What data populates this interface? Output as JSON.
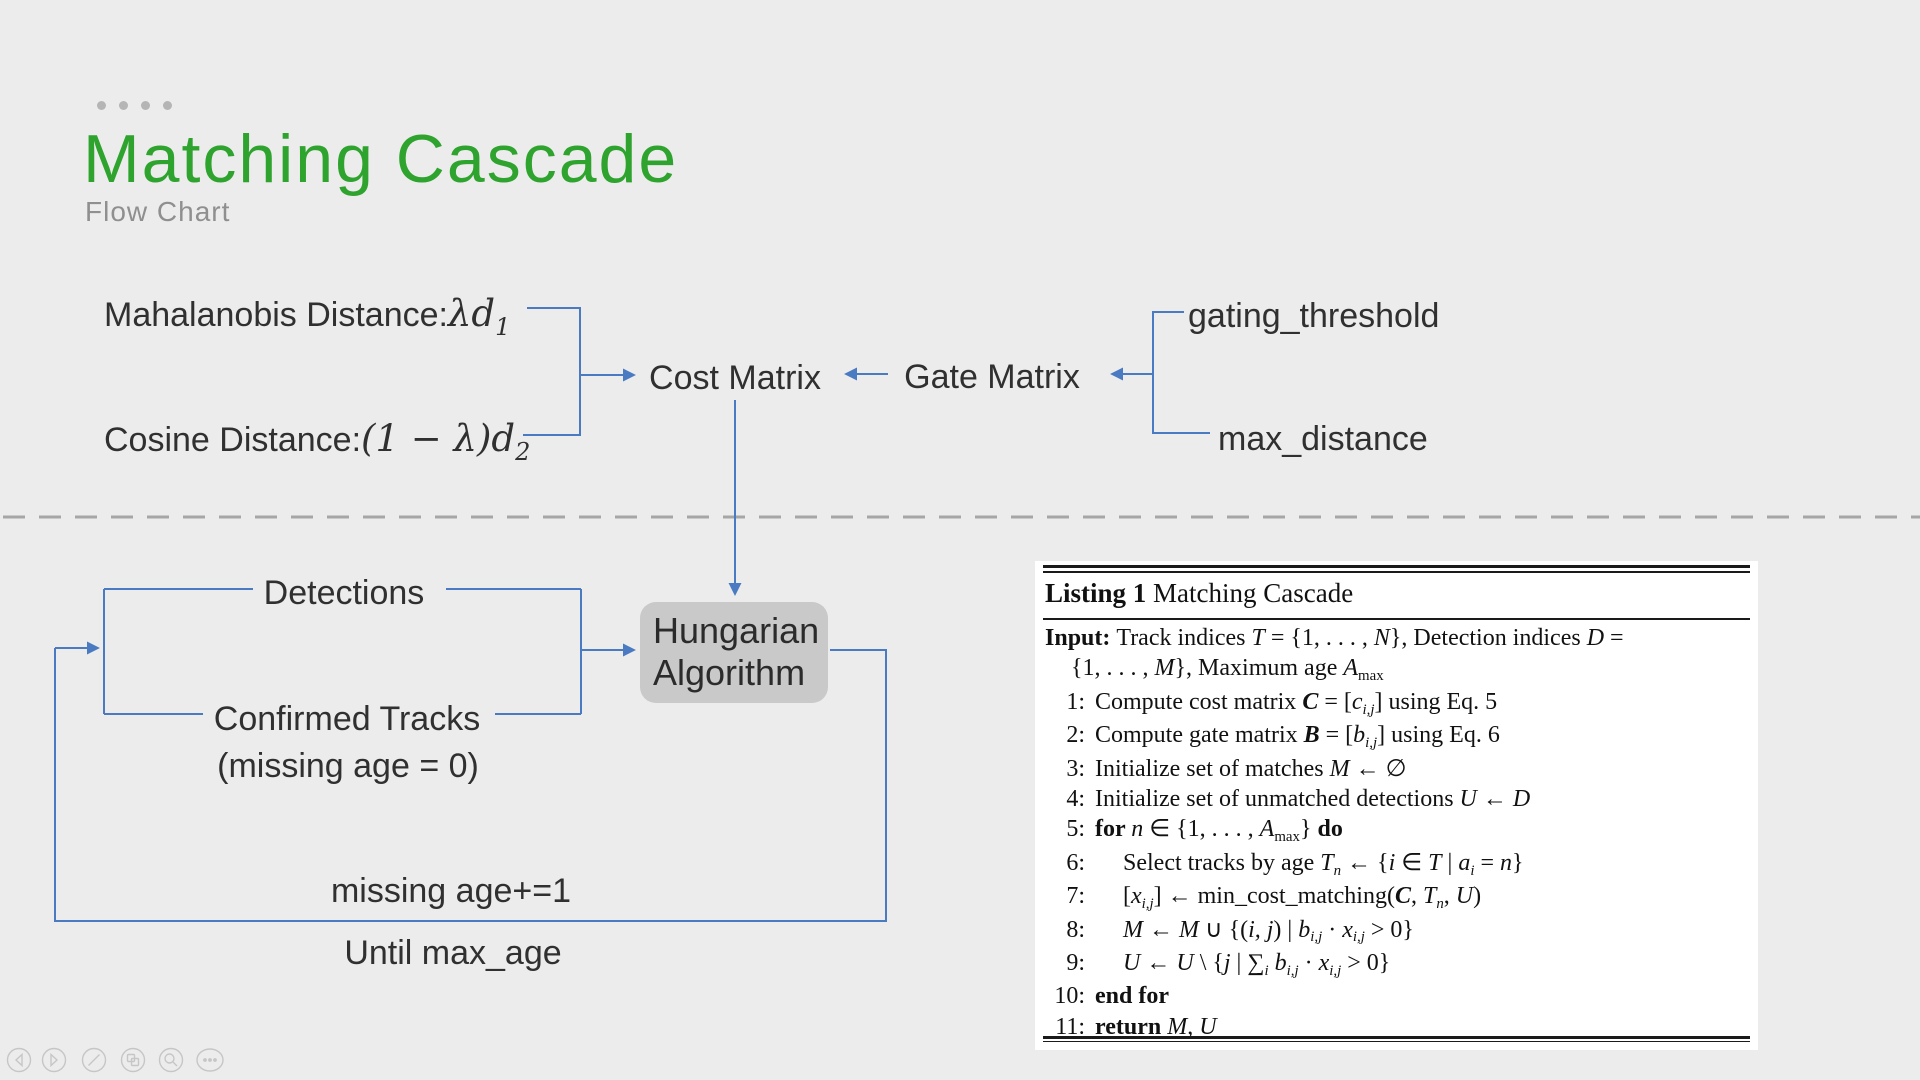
{
  "slide": {
    "title": "Matching Cascade",
    "subtitle": "Flow Chart"
  },
  "colors": {
    "bg": "#ECECEC",
    "green": "#2EA32E",
    "blue": "#4A7AC2",
    "boxgray": "#C9C9C9",
    "text": "#303030",
    "subtitle": "#8F8F8F",
    "dash": "#A6A6A6",
    "ltext": "#111111",
    "toolbar": "#C6C6C6"
  },
  "flow": {
    "mahalanobis": {
      "prefix": "Mahalanobis Distance:",
      "math": "λd",
      "sub": "1"
    },
    "cosine": {
      "prefix": "Cosine Distance:",
      "math": "(1 − λ)d",
      "sub": "2"
    },
    "cost_matrix": "Cost Matrix",
    "gate_matrix": "Gate Matrix",
    "gating_threshold": "gating_threshold",
    "max_distance": "max_distance",
    "detections": "Detections",
    "confirmed_tracks": "Confirmed Tracks",
    "missing_age_zero": "(missing age = 0)",
    "hungarian_line1": "Hungarian",
    "hungarian_line2": "Algorithm",
    "missing_age_inc": "missing age+=1",
    "until_max_age": "Until max_age"
  },
  "listing": {
    "title_bold": "Listing 1",
    "title_rest": " Matching Cascade",
    "lines": [
      {
        "full": true,
        "seg": [
          [
            "b",
            "Input: "
          ],
          [
            "rm",
            "Track indices "
          ],
          [
            "cal",
            "T"
          ],
          [
            "rm",
            " = {1, . . . , "
          ],
          [
            "i",
            "N"
          ],
          [
            "rm",
            "}, Detection indices "
          ],
          [
            "cal",
            "D"
          ],
          [
            "rm",
            " ="
          ]
        ]
      },
      {
        "full": true,
        "indent": true,
        "seg": [
          [
            "rm",
            "{1, . . . , "
          ],
          [
            "i",
            "M"
          ],
          [
            "rm",
            "}, Maximum age "
          ],
          [
            "i",
            "A"
          ],
          [
            "sub",
            "max"
          ]
        ]
      },
      {
        "num": "1:",
        "seg": [
          [
            "rm",
            "Compute cost matrix "
          ],
          [
            "bi",
            "C"
          ],
          [
            "rm",
            " = ["
          ],
          [
            "i",
            "c"
          ],
          [
            "isub",
            "i,j"
          ],
          [
            "rm",
            "] using Eq. 5"
          ]
        ]
      },
      {
        "num": "2:",
        "seg": [
          [
            "rm",
            "Compute gate matrix "
          ],
          [
            "bi",
            "B"
          ],
          [
            "rm",
            " = ["
          ],
          [
            "i",
            "b"
          ],
          [
            "isub",
            "i,j"
          ],
          [
            "rm",
            "] using Eq. 6"
          ]
        ]
      },
      {
        "num": "3:",
        "seg": [
          [
            "rm",
            "Initialize set of matches "
          ],
          [
            "cal",
            "M"
          ],
          [
            "rm",
            " ← ∅"
          ]
        ]
      },
      {
        "num": "4:",
        "seg": [
          [
            "rm",
            "Initialize set of unmatched detections "
          ],
          [
            "cal",
            "U"
          ],
          [
            "rm",
            " ← "
          ],
          [
            "cal",
            "D"
          ]
        ]
      },
      {
        "num": "5:",
        "seg": [
          [
            "b",
            "for "
          ],
          [
            "i",
            "n"
          ],
          [
            "rm",
            " ∈ {1, . . . , "
          ],
          [
            "i",
            "A"
          ],
          [
            "sub",
            "max"
          ],
          [
            "rm",
            "} "
          ],
          [
            "b",
            "do"
          ]
        ]
      },
      {
        "num": "6:",
        "indent": true,
        "seg": [
          [
            "rm",
            "Select tracks by age "
          ],
          [
            "cal",
            "T"
          ],
          [
            "isub",
            "n"
          ],
          [
            "rm",
            " ← {"
          ],
          [
            "i",
            "i"
          ],
          [
            "rm",
            " ∈ "
          ],
          [
            "cal",
            "T"
          ],
          [
            "rm",
            " | "
          ],
          [
            "i",
            "a"
          ],
          [
            "isub",
            "i"
          ],
          [
            "rm",
            " = "
          ],
          [
            "i",
            "n"
          ],
          [
            "rm",
            "}"
          ]
        ]
      },
      {
        "num": "7:",
        "indent": true,
        "seg": [
          [
            "rm",
            "["
          ],
          [
            "i",
            "x"
          ],
          [
            "isub",
            "i,j"
          ],
          [
            "rm",
            "] ← min_cost_matching("
          ],
          [
            "bi",
            "C"
          ],
          [
            "rm",
            ", "
          ],
          [
            "cal",
            "T"
          ],
          [
            "isub",
            "n"
          ],
          [
            "rm",
            ", "
          ],
          [
            "cal",
            "U"
          ],
          [
            "rm",
            ")"
          ]
        ]
      },
      {
        "num": "8:",
        "indent": true,
        "seg": [
          [
            "cal",
            "M"
          ],
          [
            "rm",
            " ← "
          ],
          [
            "cal",
            "M"
          ],
          [
            "rm",
            " ∪ {("
          ],
          [
            "i",
            "i, j"
          ],
          [
            "rm",
            ") | "
          ],
          [
            "i",
            "b"
          ],
          [
            "isub",
            "i,j"
          ],
          [
            "rm",
            " · "
          ],
          [
            "i",
            "x"
          ],
          [
            "isub",
            "i,j"
          ],
          [
            "rm",
            " > 0}"
          ]
        ]
      },
      {
        "num": "9:",
        "indent": true,
        "seg": [
          [
            "cal",
            "U"
          ],
          [
            "rm",
            " ← "
          ],
          [
            "cal",
            "U"
          ],
          [
            "rm",
            " \\ {"
          ],
          [
            "i",
            "j"
          ],
          [
            "rm",
            " | ∑"
          ],
          [
            "isub",
            "i"
          ],
          [
            "rm",
            " "
          ],
          [
            "i",
            "b"
          ],
          [
            "isub",
            "i,j"
          ],
          [
            "rm",
            " · "
          ],
          [
            "i",
            "x"
          ],
          [
            "isub",
            "i,j"
          ],
          [
            "rm",
            " > 0}"
          ]
        ]
      },
      {
        "num": "10:",
        "seg": [
          [
            "b",
            "end for"
          ]
        ]
      },
      {
        "num": "11:",
        "seg": [
          [
            "b",
            "return "
          ],
          [
            "cal",
            "M"
          ],
          [
            "rm",
            ", "
          ],
          [
            "cal",
            "U"
          ]
        ]
      }
    ]
  },
  "toolbar": {
    "icons": [
      "prev-slide-icon",
      "next-slide-icon",
      "pen-icon",
      "slide-panel-icon",
      "zoom-icon",
      "more-icon"
    ]
  }
}
